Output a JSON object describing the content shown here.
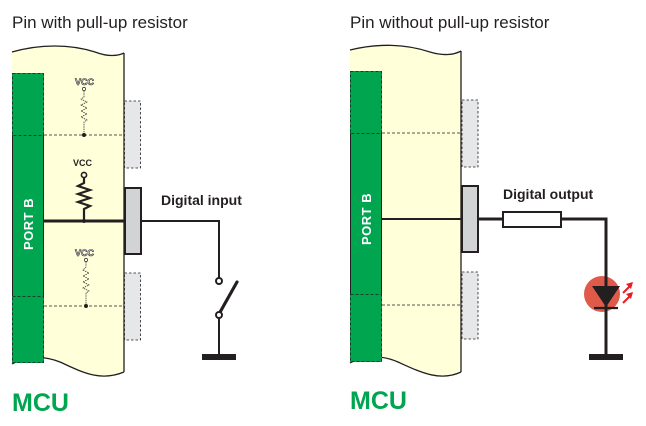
{
  "colors": {
    "mcu_body": "#ffffd9",
    "port_green": "#00a550",
    "wire": "#231f20",
    "pin": "#d1d3d4",
    "ghost_pin": "#e6e7e8",
    "led": "#e05a4a",
    "led_arrows": "#e41e26"
  },
  "left": {
    "title": "Pin with pull-up resistor",
    "port_label": "PORT B",
    "mcu_label": "MCU",
    "signal_label": "Digital input",
    "vcc_top": "VCC",
    "vcc_active": "VCC",
    "vcc_bottom": "VCC",
    "icons": [
      "pull-up-resistor-icon",
      "switch-icon",
      "ground-icon"
    ]
  },
  "right": {
    "title": "Pin without pull-up resistor",
    "port_label": "PORT B",
    "mcu_label": "MCU",
    "signal_label": "Digital output",
    "icons": [
      "resistor-icon",
      "led-icon",
      "ground-icon"
    ]
  }
}
